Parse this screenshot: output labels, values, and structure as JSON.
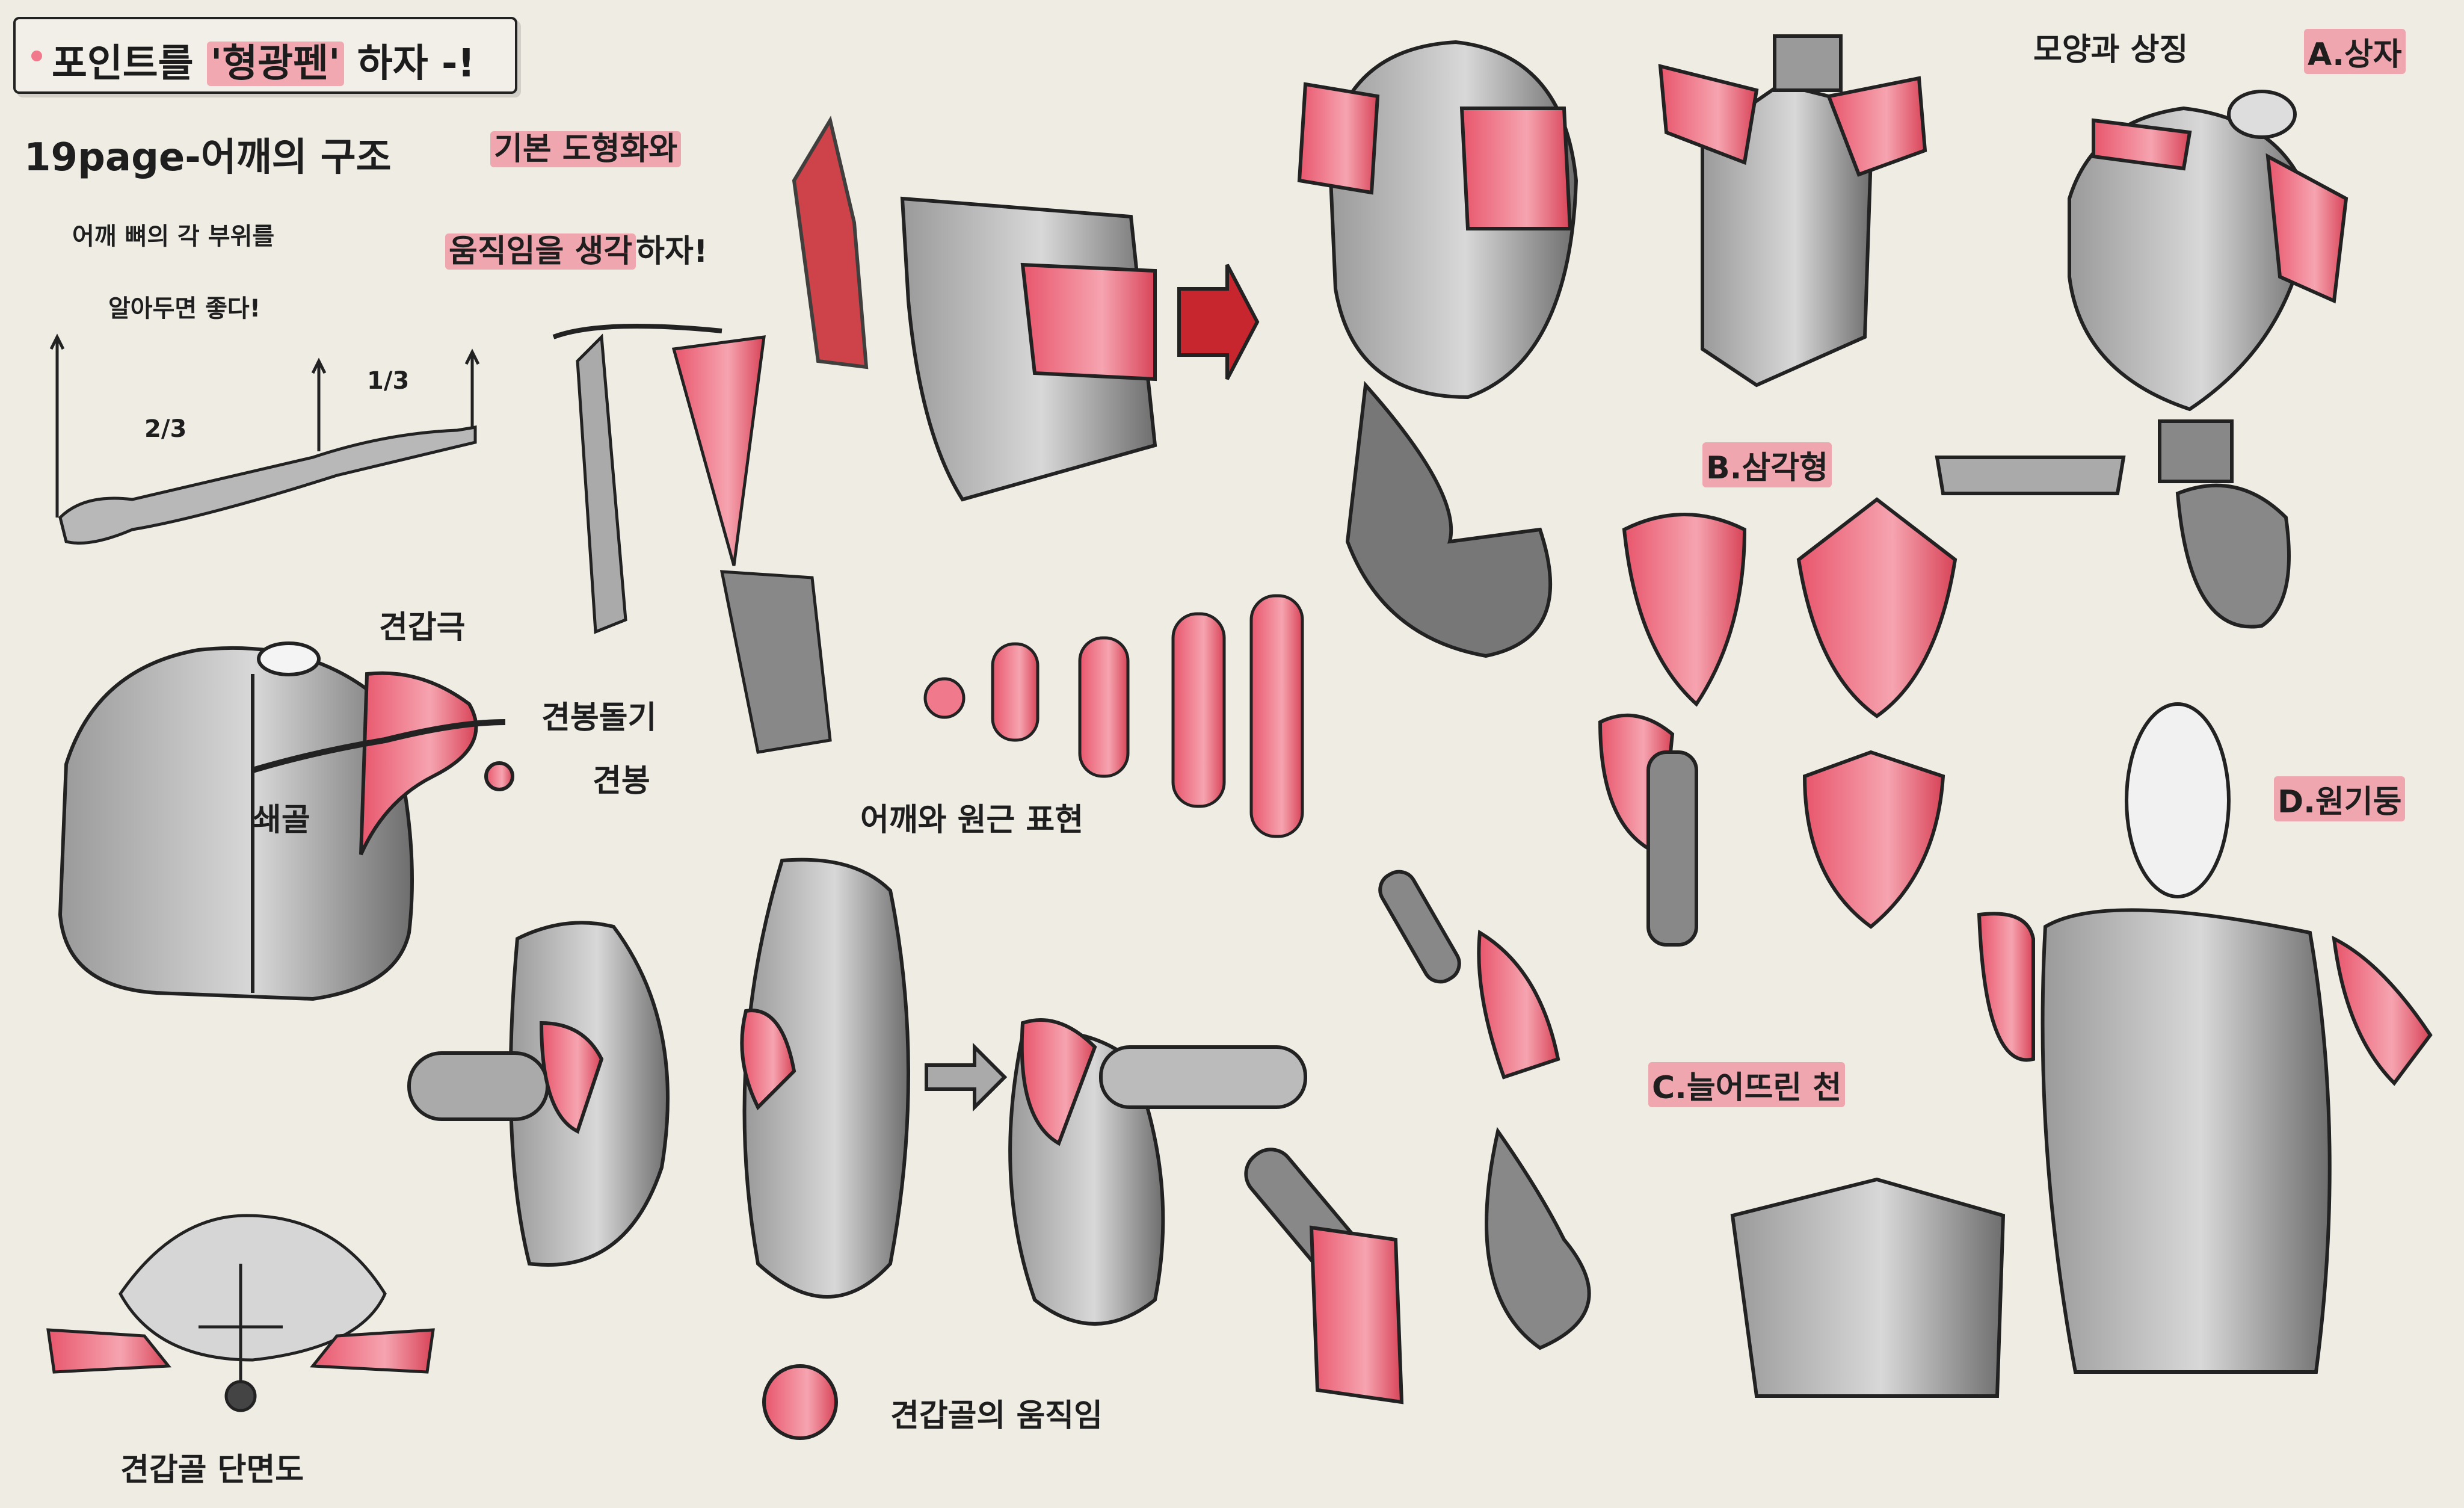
{
  "colors": {
    "paper": "#efece4",
    "accent_pink": "#f07a8c",
    "accent_red": "#c8262f",
    "gray_shade": "#8c8c8c",
    "ink": "#1e1e1e"
  },
  "title": {
    "prefix": "포인트를 ",
    "highlight": "'형광펜'",
    "suffix": " 하자 -!"
  },
  "header": {
    "page_label": "19page-어깨의 구조"
  },
  "notes": {
    "bone_line1": "어깨 뼈의 각 부위를",
    "bone_line2": "알아두면 좋다!",
    "basic_shapes_1": "기본 도형화와",
    "basic_shapes_2_hl": "움직임을 생각",
    "basic_shapes_2_rest": "하자!",
    "shape_symbol": "모양과 상징"
  },
  "fractions": {
    "two_thirds": "2/3",
    "one_third": "1/3"
  },
  "bone_labels": {
    "acromion_process": "견갑극",
    "acromion_ridge": "견봉돌기",
    "acromion": "견봉",
    "clavicle": "쇄골"
  },
  "section_labels": {
    "a": "A.상자",
    "b": "B.삼각형",
    "c": "C.늘어뜨린 천",
    "d": "D.원기둥"
  },
  "captions": {
    "shoulder_cylinder": "어깨와 원근 표현",
    "scapula_section": "견갑골 단면도",
    "scapula_motion": "견갑골의 움직임"
  }
}
